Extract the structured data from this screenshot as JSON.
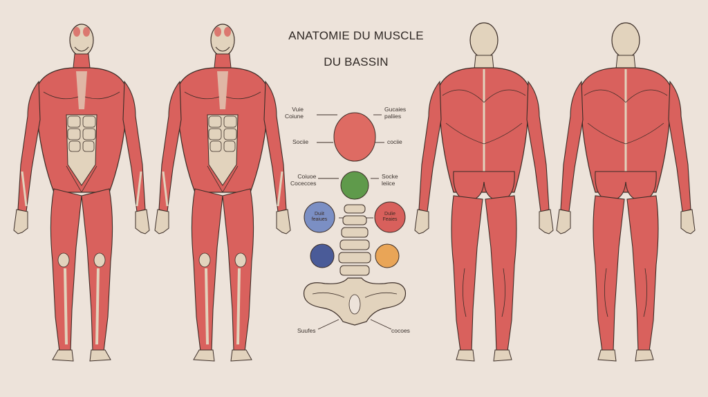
{
  "title": {
    "line1": "ANATOMIE DU MUSCLE",
    "line2": "DU BASSIN"
  },
  "labels": {
    "top_left": "Vuie\nCoiune",
    "top_right": "Gucaies\npaliies",
    "mid_left": "Sociie",
    "mid_right": "cociie",
    "green_left": "Coiuoe\nCocecces",
    "green_right": "Socke\nleiice",
    "blue_circle": "Duiit\nfeaiues",
    "red_circle": "Dulie\nFeaies",
    "bottom_left": "Suufes",
    "bottom_right": "cocoes"
  },
  "colors": {
    "background": "#ede3da",
    "muscle": "#d9615d",
    "bone": "#e2d3bd",
    "outline": "#3a2c26",
    "circle_red": "#de6b63",
    "circle_green": "#5f9a4b",
    "circle_blue_light": "#7b8fc4",
    "circle_red_small": "#d8605c",
    "circle_navy": "#4a5b98",
    "circle_orange": "#e9a557"
  },
  "figures": [
    "front-figure-1",
    "front-figure-2",
    "back-figure-1",
    "back-figure-2"
  ]
}
